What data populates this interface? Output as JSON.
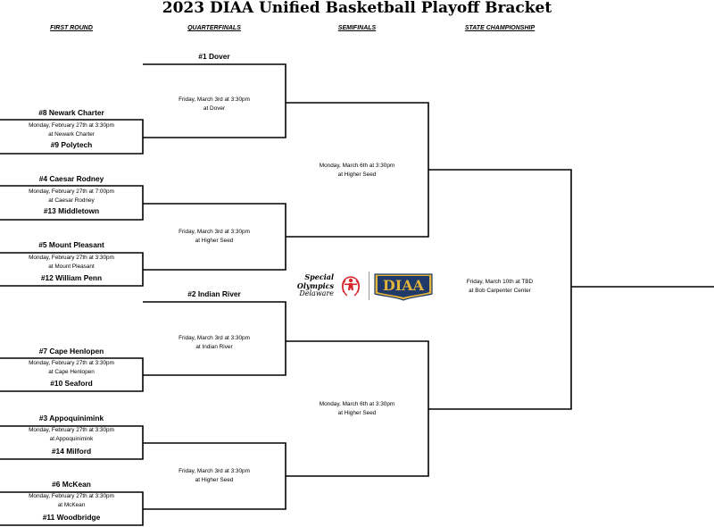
{
  "title": "2023 DIAA Unified Basketball Playoff Bracket",
  "rounds": {
    "first": "FIRST ROUND",
    "quarter": "QUARTERFINALS",
    "semi": "SEMIFINALS",
    "final": "STATE CHAMPIONSHIP"
  },
  "teams": {
    "dover": "#1 Dover",
    "newark": "#8 Newark Charter",
    "polytech": "#9 Polytech",
    "caesar": "#4 Caesar Rodney",
    "middletown": "#13 Middletown",
    "mtpleasant": "#5 Mount Pleasant",
    "williampenn": "#12 William Penn",
    "indianriver": "#2 Indian River",
    "capehenlopen": "#7 Cape Henlopen",
    "seaford": "#10 Seaford",
    "appo": "#3 Appoquinimink",
    "milford": "#14 Milford",
    "mckean": "#6 McKean",
    "woodbridge": "#11 Woodbridge"
  },
  "games": {
    "g1": {
      "when": "Monday, February 27th at 3:30pm",
      "where": "at Newark Charter"
    },
    "g2": {
      "when": "Monday, February 27th at 7:00pm",
      "where": "at Caesar Rodney"
    },
    "g3": {
      "when": "Monday, February 27th at 3:30pm",
      "where": "at Mount Pleasant"
    },
    "g4": {
      "when": "Monday, February 27th at 3:30pm",
      "where": "at Cape Henlopen"
    },
    "g5": {
      "when": "Monday, February 27th at 3:30pm",
      "where": "at Appoquinimink"
    },
    "g6": {
      "when": "Monday, February 27th at 3:30pm",
      "where": "at McKean"
    },
    "q1": {
      "when": "Friday, March 3rd at 3:30pm",
      "where": "at Dover"
    },
    "q2": {
      "when": "Friday, March 3rd at 3:30pm",
      "where": "at Higher Seed"
    },
    "q3": {
      "when": "Friday, March 3rd at 3:30pm",
      "where": "at Indian River"
    },
    "q4": {
      "when": "Friday, March 3rd at 3:30pm",
      "where": "at Higher Seed"
    },
    "s1": {
      "when": "Monday, March 6th at 3:30pm",
      "where": "at Higher Seed"
    },
    "s2": {
      "when": "Monday, March 6th at 3:30pm",
      "where": "at Higher Seed"
    },
    "f1": {
      "when": "Friday, March 10th at TBD",
      "where": "at Bob Carpenter Center"
    }
  },
  "logos": {
    "so_line1": "Special",
    "so_line2": "Olympics",
    "so_line3": "Delaware",
    "diaa": "DIAA",
    "diaa_colors": {
      "navy": "#1f3a68",
      "gold": "#e2b33b",
      "red": "#d9252a"
    }
  }
}
